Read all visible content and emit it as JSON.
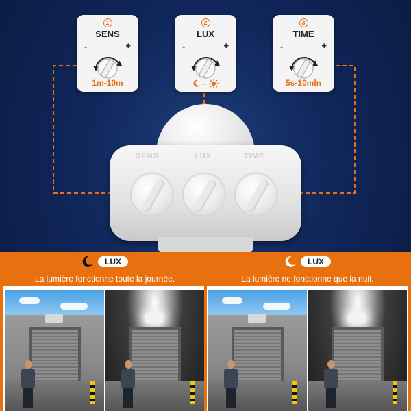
{
  "cards": [
    {
      "num": "1",
      "name": "SENS",
      "minus": "-",
      "plus": "+",
      "range": "1m-10m"
    },
    {
      "num": "2",
      "name": "LUX",
      "minus": "-",
      "plus": "+",
      "lux_sep": "-"
    },
    {
      "num": "3",
      "name": "TIME",
      "minus": "-",
      "plus": "+",
      "range": "5s-10mln"
    }
  ],
  "sensor": {
    "label_sens": "SENS",
    "label_lux": "LUX",
    "label_time": "TIME"
  },
  "panels": {
    "left": {
      "mode": "LUX",
      "description": "La lumière fonctionne toute la journée."
    },
    "right": {
      "mode": "LUX",
      "description": "La lumière ne fonctionne que la nuit."
    }
  },
  "colors": {
    "accent": "#e8700f",
    "background": "#10265a"
  }
}
